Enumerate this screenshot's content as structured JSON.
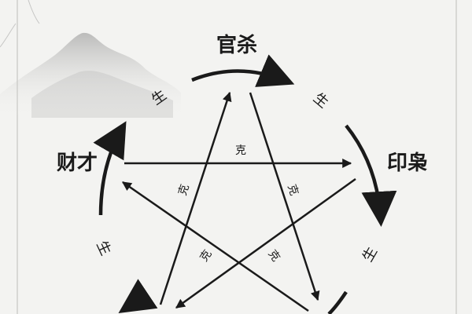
{
  "nodes": {
    "guansha": "官杀",
    "yinxiao": "印枭",
    "caicai": "财才"
  },
  "generate_label": "生",
  "control_label": "克",
  "colors": {
    "ink": "#1a1a1a",
    "background": "#f3f3f1",
    "frame": "#c9c9c6",
    "mountain": "#9a9a9a"
  }
}
